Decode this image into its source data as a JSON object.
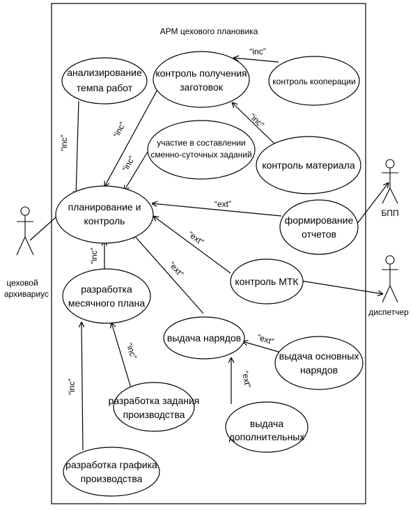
{
  "system": {
    "title": "АРМ цехового плановика"
  },
  "actors": {
    "archivist": {
      "line1": "цеховой",
      "line2": "архивариус"
    },
    "bpp": {
      "label": "БПП"
    },
    "dispatcher": {
      "label": "диспетчер"
    }
  },
  "usecases": {
    "analysis": {
      "line1": "анализирование",
      "line2": "темпа работ"
    },
    "receipt_control": {
      "line1": "контроль получения",
      "line2": "заготовок"
    },
    "cooperation_control": {
      "line1": "контроль кооперации"
    },
    "shift_tasks": {
      "line1": "участие в составлении",
      "line2": "сменно-суточных заданий"
    },
    "material_control": {
      "line1": "контроль материала"
    },
    "planning": {
      "line1": "планирование и",
      "line2": "контроль"
    },
    "reports": {
      "line1": "формирование",
      "line2": "отчетов"
    },
    "mtk_control": {
      "line1": "контроль МТК"
    },
    "monthly_plan": {
      "line1": "разработка",
      "line2": "месячного плана"
    },
    "orders": {
      "line1": "выдача нарядов"
    },
    "main_orders": {
      "line1": "выдача основных",
      "line2": "нарядов"
    },
    "production_task": {
      "line1": "разработка задания",
      "line2": "производства"
    },
    "additional_orders": {
      "line1": "выдача",
      "line2": "дополнительных"
    },
    "production_schedule": {
      "line1": "разработка графика",
      "line2": "производства"
    }
  },
  "edge_labels": {
    "cooperation_to_receipt": "“inc”",
    "material_to_receipt": "“inc”",
    "analysis_to_planning": "“inc”",
    "receipt_to_planning": "“inc”",
    "shift_to_planning": "“inc”",
    "reports_to_planning": "“ext”",
    "mtk_to_planning": "“ext”",
    "monthly_to_planning": "“inc”",
    "orders_to_planning": "“ext”",
    "main_to_orders": "“ext”",
    "additional_to_orders": "“ext”",
    "task_to_monthly": "“inc”",
    "schedule_to_monthly": "“inc”"
  }
}
